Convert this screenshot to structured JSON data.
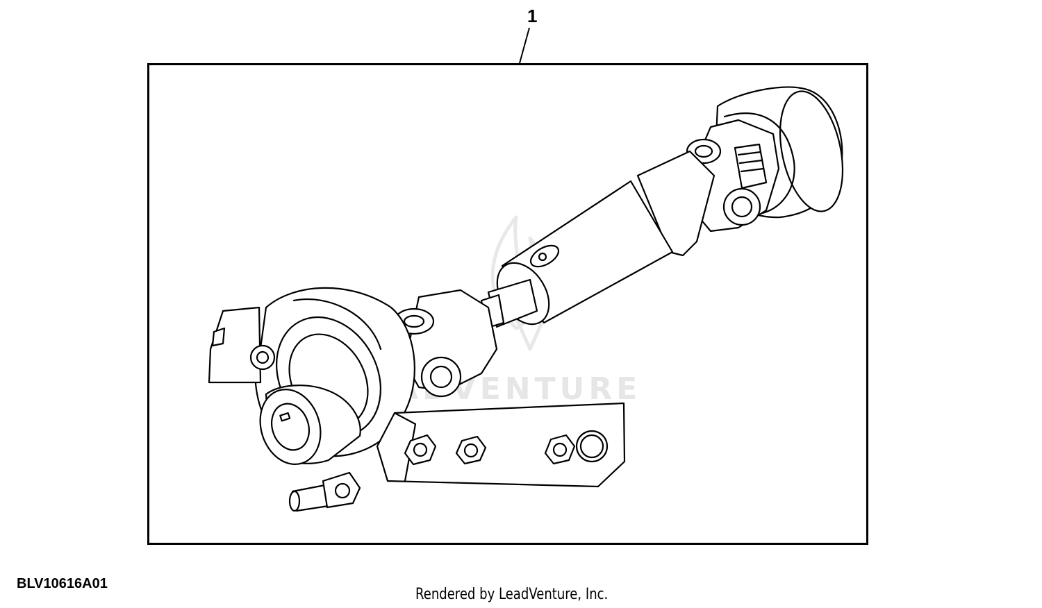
{
  "callout": {
    "number": "1"
  },
  "watermark": {
    "text": "LEADVENTURE"
  },
  "figure": {
    "part_id": "BLV10616A01"
  },
  "footer": {
    "credit": "Rendered by LeadVenture, Inc."
  },
  "icons": {
    "assembly": "driveshaft-assembly-icon",
    "watermark_logo": "flame-logo-icon"
  }
}
